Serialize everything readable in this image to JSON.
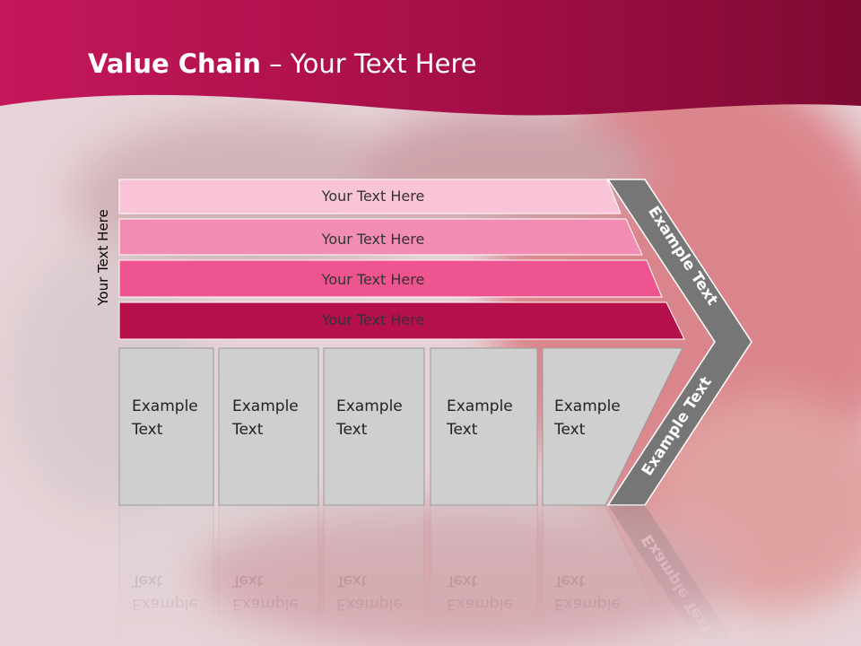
{
  "slide": {
    "title_bold": "Value Chain",
    "title_rest": " – Your Text Here",
    "side_label": "Your Text Here"
  },
  "bands": [
    {
      "label": "Your Text Here",
      "color": "#f9c3d8"
    },
    {
      "label": "Your Text Here",
      "color": "#f28cb2"
    },
    {
      "label": "Your Text Here",
      "color": "#ee5590"
    },
    {
      "label": "Your Text Here",
      "color": "#b5104c"
    }
  ],
  "boxes": [
    {
      "line1": "Example",
      "line2": "Text"
    },
    {
      "line1": "Example",
      "line2": "Text"
    },
    {
      "line1": "Example",
      "line2": "Text"
    },
    {
      "line1": "Example",
      "line2": "Text"
    },
    {
      "line1": "Example",
      "line2": "Text"
    }
  ],
  "chevron": {
    "upper_label": "Example Text",
    "lower_label": "Example Text",
    "color": "#767676"
  },
  "colors": {
    "header_accent": "#a00f45",
    "box_fill": "#cfcfcf"
  }
}
